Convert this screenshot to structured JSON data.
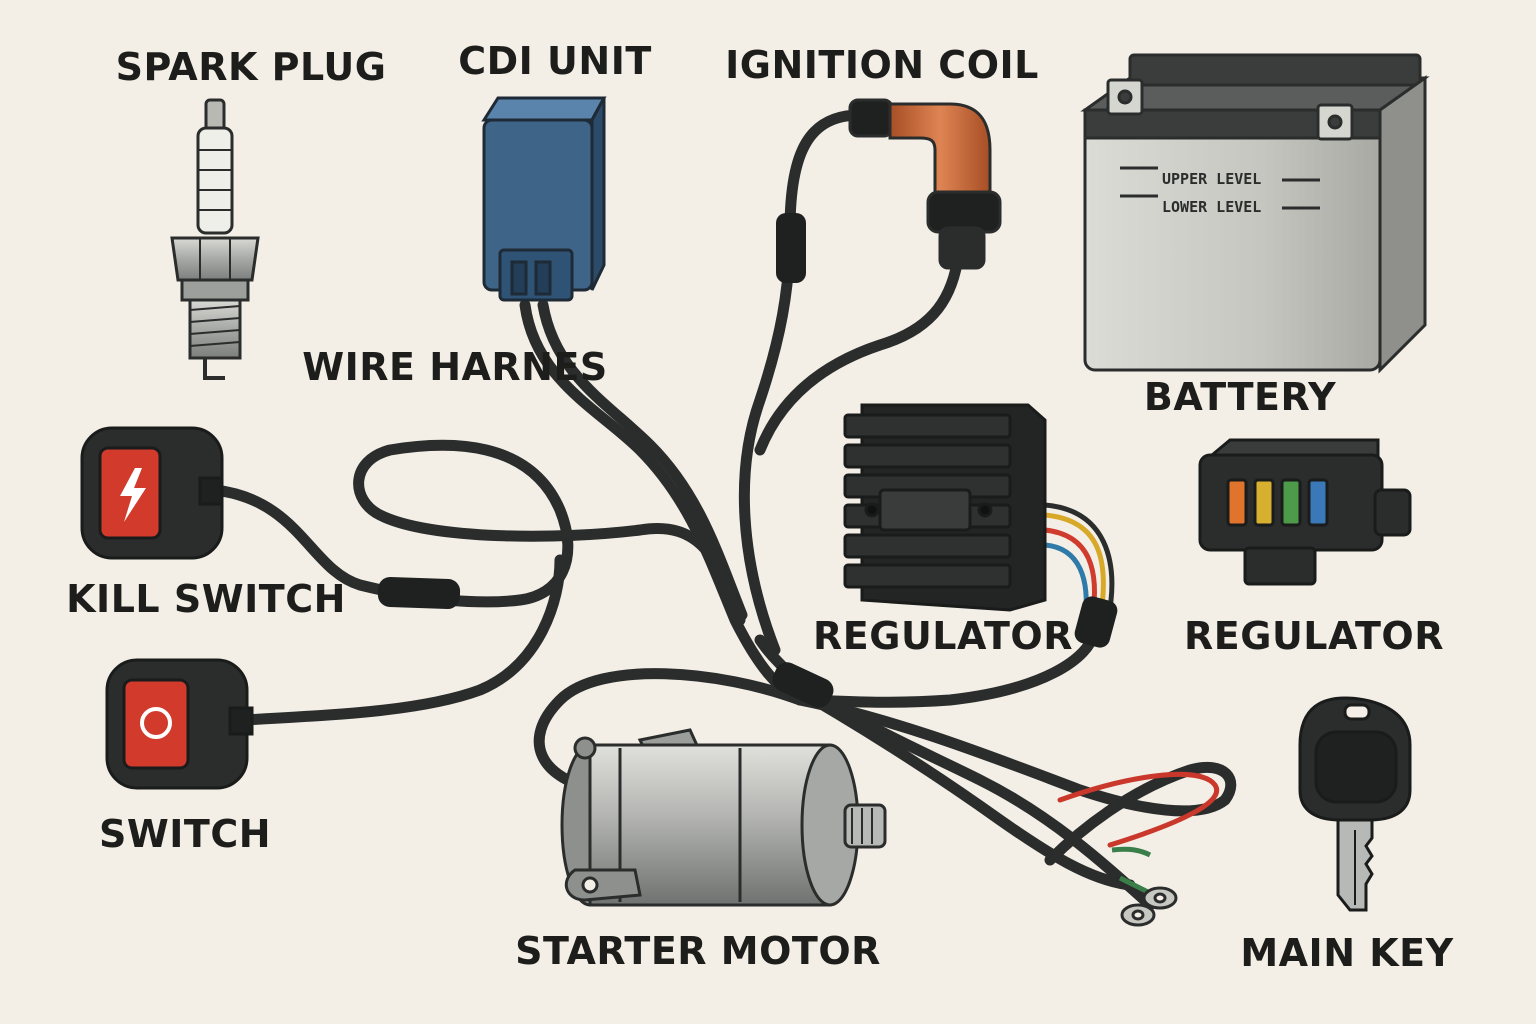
{
  "labels": {
    "spark_plug": "SPARK PLUG",
    "cdi_unit": "CDI UNIT",
    "ignition_coil": "IGNITION COIL",
    "battery": "BATTERY",
    "wire_harness": "WIRE HARNES",
    "kill_switch": "KILL SWITCH",
    "switch": "SWITCH",
    "regulator_center": "REGULATOR",
    "regulator_right": "REGULATOR",
    "starter_motor": "STARTER MOTOR",
    "main_key": "MAIN KEY"
  },
  "battery_markings": {
    "upper": "UPPER LEVEL",
    "lower": "LOWER LEVEL"
  },
  "icons": {
    "kill_switch": "lightning-bolt",
    "switch": "power-circle",
    "fuse_box": "fuse-icons"
  },
  "colors": {
    "background": "#f3efe6",
    "cable": "#2b2d2d",
    "cdi_body": "#3e6487",
    "coil_boot": "#c8693a",
    "switch_red": "#d23a2c",
    "battery_body": "#c9c9c4"
  }
}
